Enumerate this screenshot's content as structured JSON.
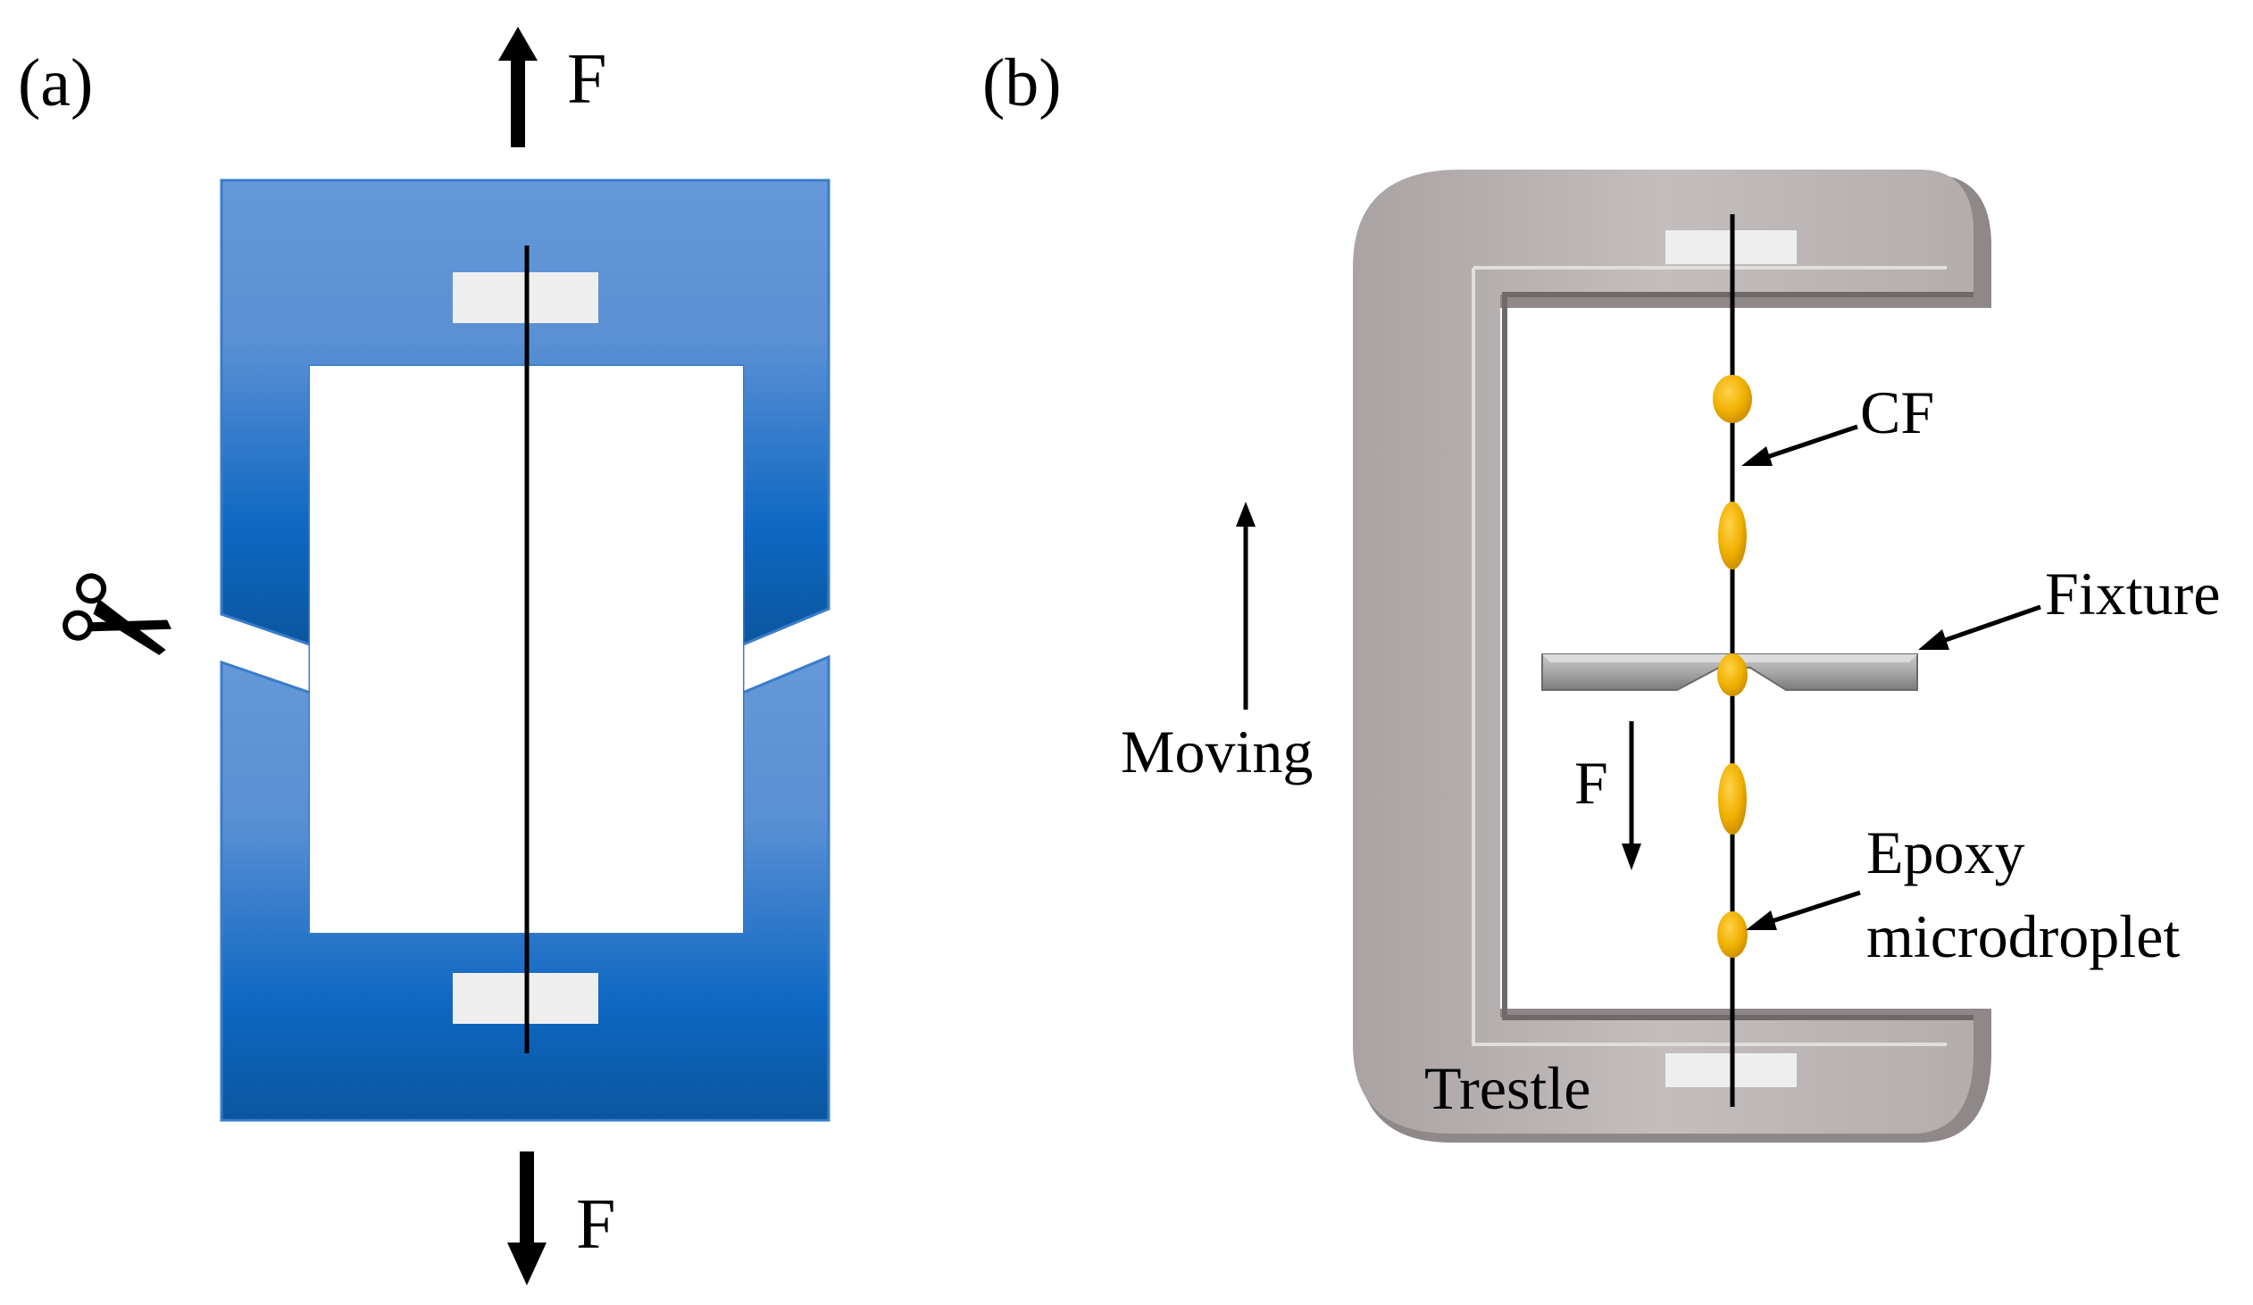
{
  "panel_a": {
    "tag": "(a)",
    "force_top": "F",
    "force_bottom": "F",
    "scissors_icon": "scissors-icon",
    "frame_color_top": "#6096D6",
    "frame_color_bottom": "#0A5DAE"
  },
  "panel_b": {
    "tag": "(b)",
    "labels": {
      "cf": "CF",
      "fixture": "Fixture",
      "moving": "Moving",
      "force": "F",
      "epoxy_line1": "Epoxy",
      "epoxy_line2": "microdroplet",
      "trestle": "Trestle"
    },
    "trestle_color": "#BFB8B8",
    "droplet_color": "#F0B400"
  }
}
